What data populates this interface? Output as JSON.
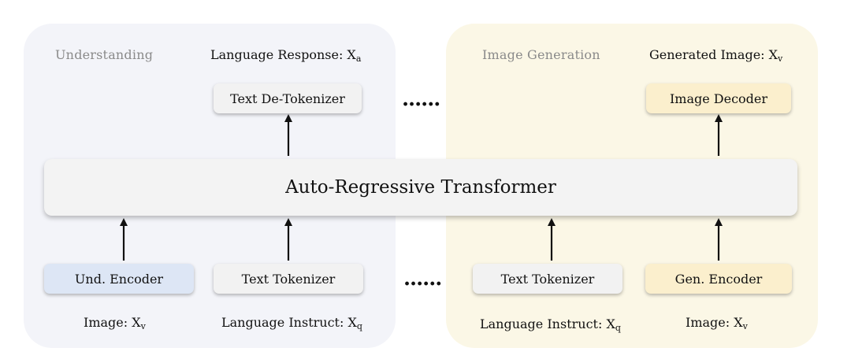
{
  "left_panel": {
    "title": "Understanding",
    "output_caption": "Language Response: ",
    "output_symbol": "X",
    "output_sub": "a",
    "text_detokenizer": "Text De-Tokenizer",
    "und_encoder": "Und. Encoder",
    "text_tokenizer": "Text Tokenizer",
    "image_caption": "Image: ",
    "image_symbol": "X",
    "image_sub": "v",
    "instruct_caption": "Language Instruct: ",
    "instruct_symbol": "X",
    "instruct_sub": "q"
  },
  "right_panel": {
    "title": "Image Generation",
    "output_caption": "Generated Image: ",
    "output_symbol": "X",
    "output_sub": "v",
    "image_decoder": "Image Decoder",
    "text_tokenizer": "Text Tokenizer",
    "gen_encoder": "Gen. Encoder",
    "instruct_caption": "Language Instruct: ",
    "instruct_symbol": "X",
    "instruct_sub": "q",
    "image_caption": "Image: ",
    "image_symbol": "X",
    "image_sub": "v"
  },
  "transformer_label": "Auto-Regressive Transformer",
  "ellipsis_top": "......",
  "ellipsis_bottom": "......",
  "colors": {
    "left_panel_bg": "#f3f4f9",
    "right_panel_bg": "#fbf7e6",
    "und_encoder_bg": "#dde6f5",
    "gen_box_bg": "#fbefcd",
    "gray_box_bg": "#f2f2f2"
  }
}
